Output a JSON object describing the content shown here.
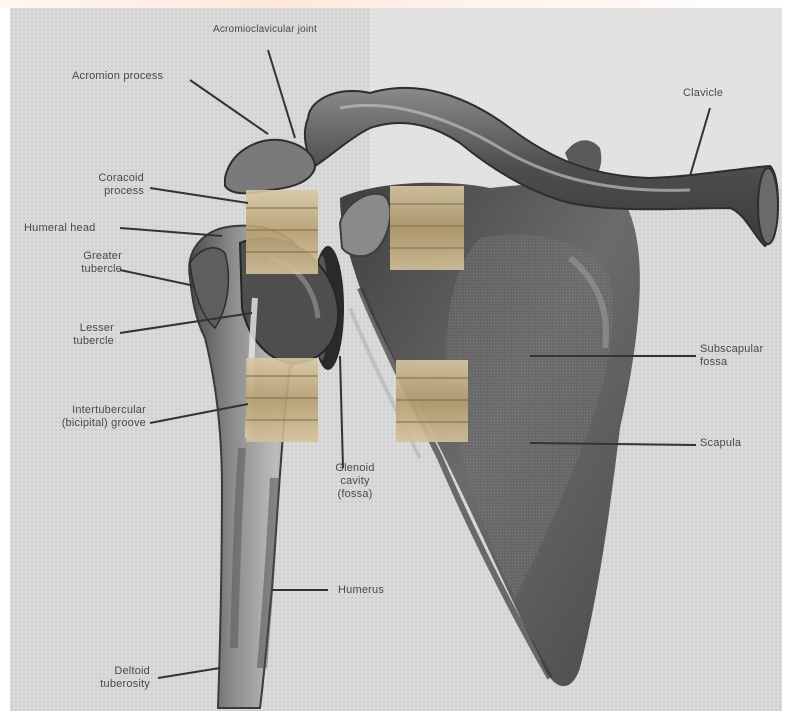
{
  "labels": {
    "acromioclavicular_joint": "Acromioclavicular joint",
    "acromion_process": "Acromion process",
    "clavicle": "Clavicle",
    "coracoid_process": "Coracoid\nprocess",
    "humeral_head": "Humeral head",
    "greater_tubercle": "Greater\ntubercle",
    "lesser_tubercle": "Lesser\ntubercle",
    "intertubercular_groove": "Intertubercular\n(bicipital) groove",
    "glenoid_cavity": "Glenoid\ncavity\n(fossa)",
    "humerus": "Humerus",
    "deltoid_tuberosity": "Deltoid\ntuberosity",
    "subscapular_fossa": "Subscapular\nfossa",
    "scapula": "Scapula"
  },
  "colors": {
    "background": "#ffffff",
    "paper": "#dcdcdc",
    "bone_dark": "#555555",
    "bone_light": "#b5b5b5",
    "leader_line": "#333333",
    "marker_fill": "#c8b48a"
  },
  "markers": {
    "count": 4,
    "description_icon": "tape-marker-icon"
  }
}
